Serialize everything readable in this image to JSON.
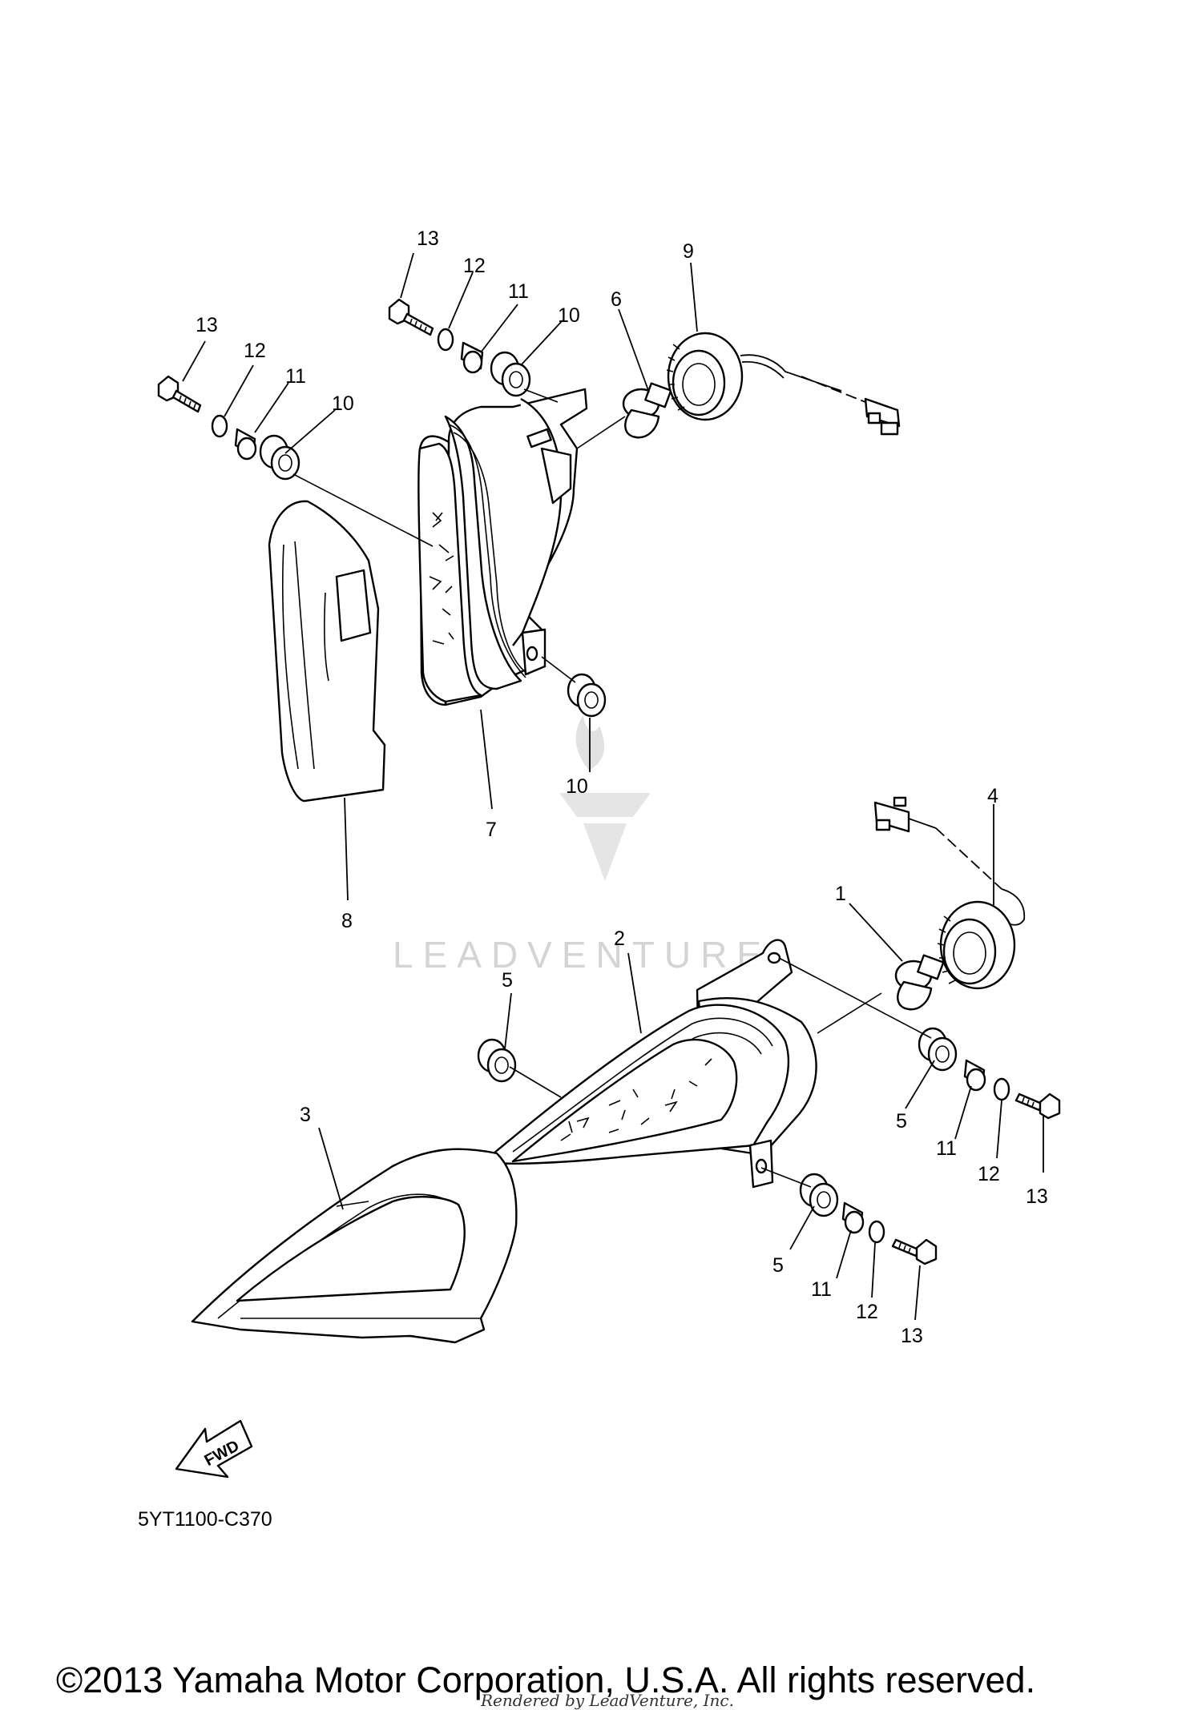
{
  "callouts": {
    "upper_left_13": "13",
    "upper_left_12": "12",
    "upper_left_11": "11",
    "upper_left_10": "10",
    "upper_right_13": "13",
    "upper_right_12": "12",
    "upper_right_11": "11",
    "upper_right_10": "10",
    "upper_bulb_6": "6",
    "upper_socket_9": "9",
    "upper_lens_7": "7",
    "upper_cover_8": "8",
    "upper_bottom_10": "10",
    "lower_socket_4": "4",
    "lower_bulb_1": "1",
    "lower_lens_2": "2",
    "lower_cover_3": "3",
    "lower_left_5": "5",
    "lower_right_5": "5",
    "lower_right_11": "11",
    "lower_right_12": "12",
    "lower_right_13": "13",
    "lower_bottom_5": "5",
    "lower_bottom_11": "11",
    "lower_bottom_12": "12",
    "lower_bottom_13": "13"
  },
  "fwd_label": "FWD",
  "diagram_code": "5YT1100-C370",
  "watermark": "LEADVENTURE",
  "copyright": "©2013 Yamaha Motor Corporation, U.S.A. All rights reserved.",
  "rendered_by": "Rendered by LeadVenture, Inc."
}
